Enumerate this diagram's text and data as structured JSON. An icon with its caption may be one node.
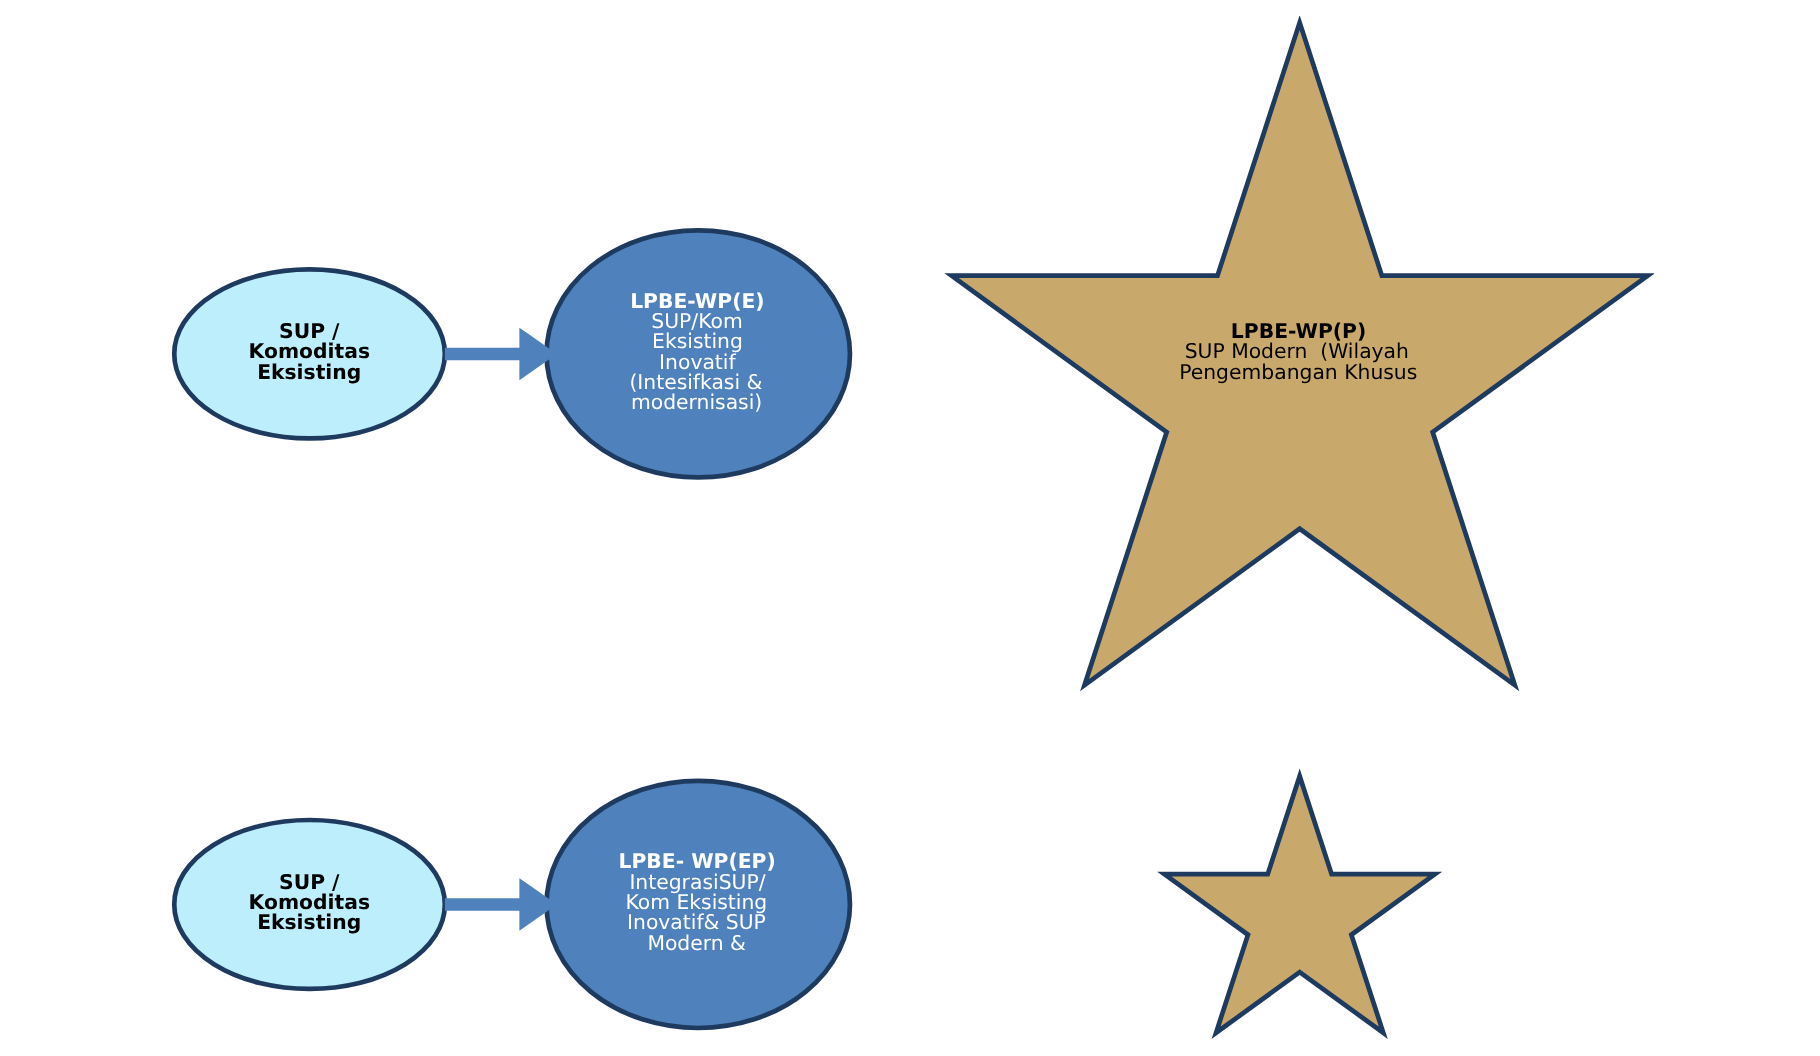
{
  "diagram": {
    "nodes": [
      {
        "text": [
          "SUP / Komoditas Eksisting"
        ]
      },
      {
        "text": [
          "LPBE-WP(E)",
          "SUP/Kom Eksisting Inovatif (Intesifkasi & modernisasi)"
        ]
      },
      {
        "text": [
          "LPBE-WP(P)",
          "SUP Modern  (Wilayah Pengembangan Khusus"
        ]
      },
      {
        "text": [
          "SUP / Komoditas Eksisting"
        ]
      },
      {
        "text": [],
        "shape": "star"
      },
      {
        "text": [
          "LPBE- WP(EP)",
          "IntegrasiSUP/ Kom Eksisting Inovatif& SUP Modern &"
        ]
      }
    ],
    "edges": [
      {
        "from": 0,
        "to": 1,
        "arrow": "to"
      },
      {
        "from": 3,
        "to": 5,
        "arrow": "to"
      }
    ]
  }
}
